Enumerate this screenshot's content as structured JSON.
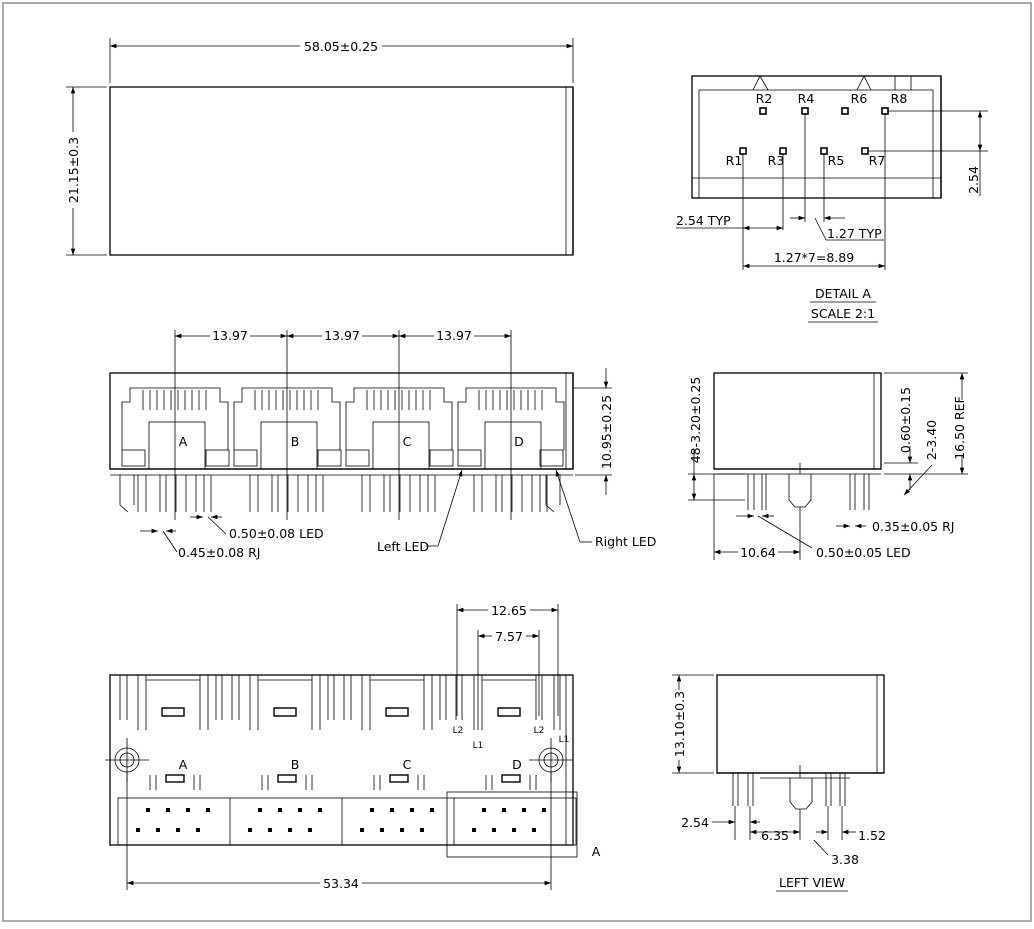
{
  "top_view": {
    "width_dim": "58.05±0.25",
    "height_dim": "21.15±0.3"
  },
  "detail": {
    "pins_top": [
      "R2",
      "R4",
      "R6",
      "R8"
    ],
    "pins_bottom": [
      "R1",
      "R3",
      "R5",
      "R7"
    ],
    "dim_pitch": "2.54 TYP",
    "dim_half": "1.27 TYP",
    "dim_total": "1.27*7=8.89",
    "dim_row": "2.54",
    "title": "DETAIL  A",
    "scale": "SCALE  2:1"
  },
  "front_view": {
    "port_pitch": "13.97",
    "ports": [
      "A",
      "B",
      "C",
      "D"
    ],
    "height_dim": "10.95±0.25",
    "led_pin": "0.50±0.08  LED",
    "rj_pin": "0.45±0.08  RJ",
    "left_led": "Left  LED",
    "right_led": "Right  LED"
  },
  "side_view": {
    "height_left": "48-3.20±0.25",
    "dim_060": "0.60±0.15",
    "dim_340": "2-3.40",
    "ref": "16.50  REF",
    "rj_pin": "0.35±0.05  RJ",
    "offset": "10.64",
    "led_pin": "0.50±0.05  LED"
  },
  "bottom_view": {
    "dim_1265": "12.65",
    "dim_757": "7.57",
    "dim_5334": "53.34",
    "ports": [
      "A",
      "B",
      "C",
      "D"
    ],
    "l2": "L2",
    "l1": "L1",
    "detail_ref": "A"
  },
  "left_view": {
    "height": "13.10±0.3",
    "d254": "2.54",
    "d635": "6.35",
    "d152": "1.52",
    "d338": "3.38",
    "title": "LEFT  VIEW"
  }
}
